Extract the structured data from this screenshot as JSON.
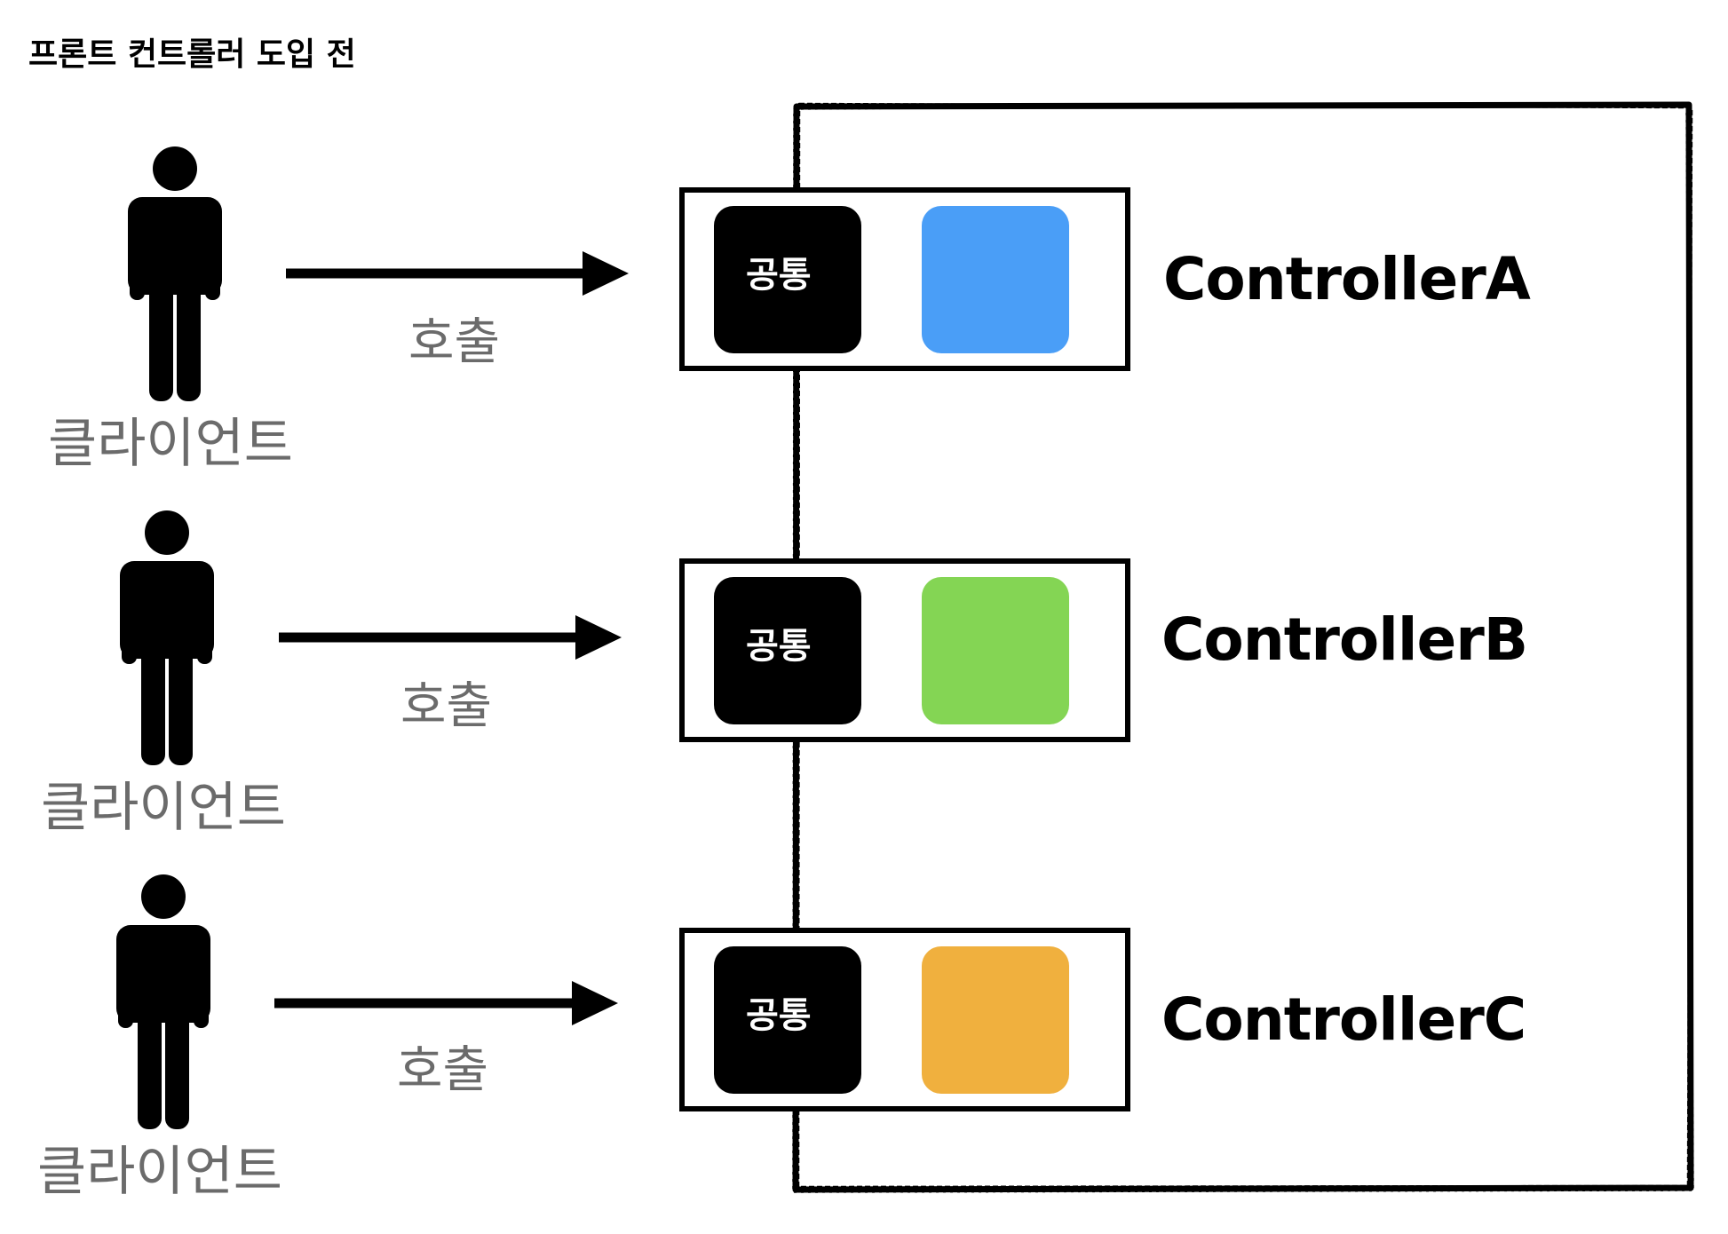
{
  "title": "프론트 컨트롤러 도입 전",
  "colors": {
    "controller_a": "#4A9EF7",
    "controller_b": "#84D554",
    "controller_c": "#F0B03E",
    "common_block": "#000000",
    "label_gray": "#6b6b6b"
  },
  "clients": [
    {
      "label": "클라이언트",
      "icon": "person-icon"
    },
    {
      "label": "클라이언트",
      "icon": "person-icon"
    },
    {
      "label": "클라이언트",
      "icon": "person-icon"
    }
  ],
  "calls": [
    {
      "label": "호출"
    },
    {
      "label": "호출"
    },
    {
      "label": "호출"
    }
  ],
  "controllers": [
    {
      "name": "ControllerA",
      "common_label": "공통"
    },
    {
      "name": "ControllerB",
      "common_label": "공통"
    },
    {
      "name": "ControllerC",
      "common_label": "공통"
    }
  ]
}
